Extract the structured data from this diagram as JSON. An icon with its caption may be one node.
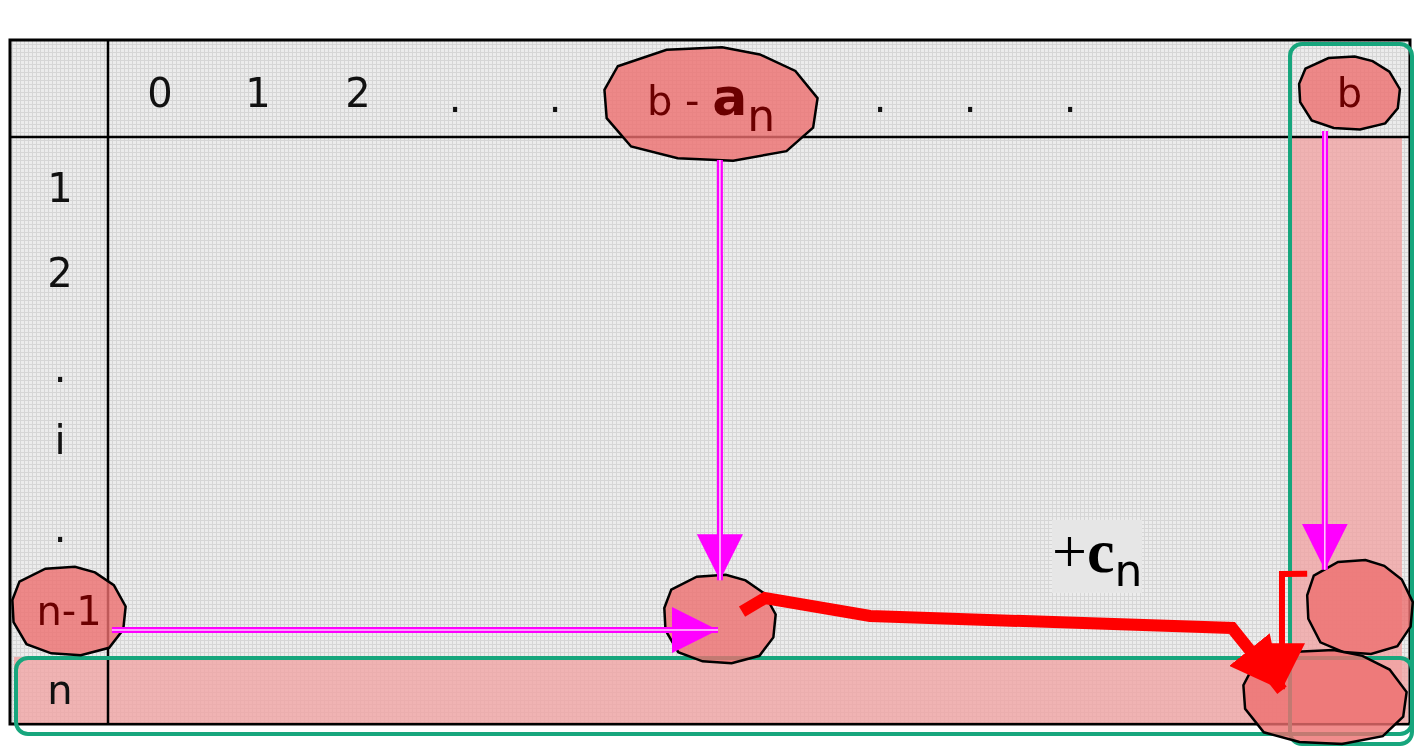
{
  "diagram": {
    "nodes": [
      {
        "text": [
          "b - **a**$_{n}$"
        ]
      },
      {
        "text": [
          "b"
        ]
      },
      {
        "text": [
          "n-1"
        ]
      },
      {
        "text": [],
        "shape": "blob"
      },
      {
        "text": [],
        "shape": "blob"
      },
      {
        "text": [],
        "shape": "blob"
      }
    ],
    "edges": [
      {
        "from": 0,
        "to": 3,
        "arrow": "to"
      },
      {
        "from": 2,
        "to": 3,
        "arrow": "to"
      },
      {
        "from": 1,
        "to": 4,
        "arrow": "to"
      },
      {
        "from": 3,
        "to": 5,
        "arrow": "to",
        "label": "+**c**$_{n}$",
        "style": "thick",
        "color": "#ff0000"
      },
      {
        "from": 4,
        "to": 5,
        "arrow": "to",
        "color": "#ff0000"
      }
    ],
    "labels": [
      "0",
      "1",
      "2",
      ".",
      ".",
      ".",
      ".",
      ".",
      "1",
      "2",
      ".",
      "i",
      ".",
      "n"
    ]
  }
}
